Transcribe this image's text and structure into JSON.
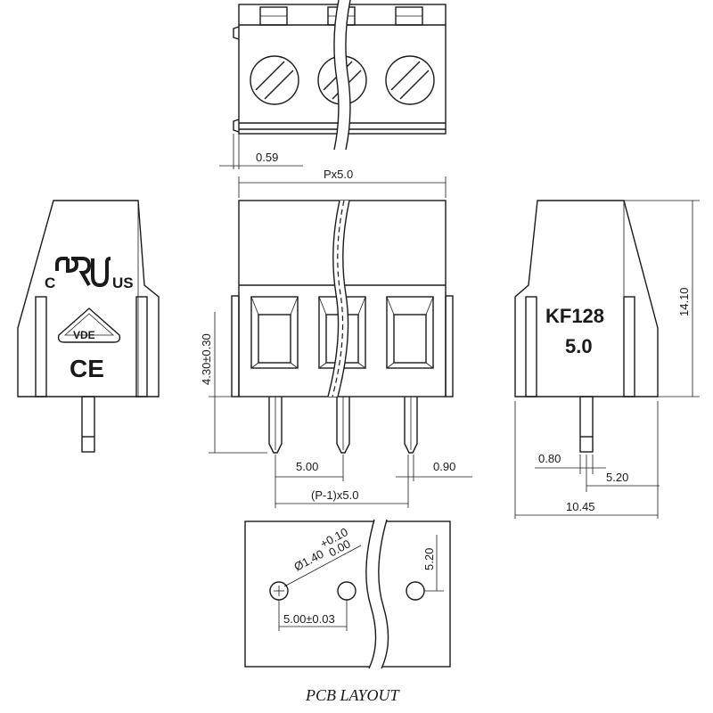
{
  "dimensions": {
    "screw_offset": "0.59",
    "pitch_total": "Px5.0",
    "pin_height": "4.30±0.30",
    "pitch": "5.00",
    "pin_width": "0.90",
    "span": "(P-1)x5.0",
    "overall_height": "14.10",
    "pin_thickness": "0.80",
    "pin_offset": "5.20",
    "overall_depth": "10.45",
    "hole_diameter": "Ø1.40",
    "hole_tol_plus": "+0.10",
    "hole_tol_minus": "0.00",
    "row_offset": "5.20",
    "hole_pitch": "5.00±0.03"
  },
  "markings": {
    "cert_c": "C",
    "cert_us": "US",
    "vde": "VDE",
    "ce": "CE",
    "model": "KF128",
    "model_pitch": "5.0"
  },
  "caption": "PCB LAYOUT"
}
